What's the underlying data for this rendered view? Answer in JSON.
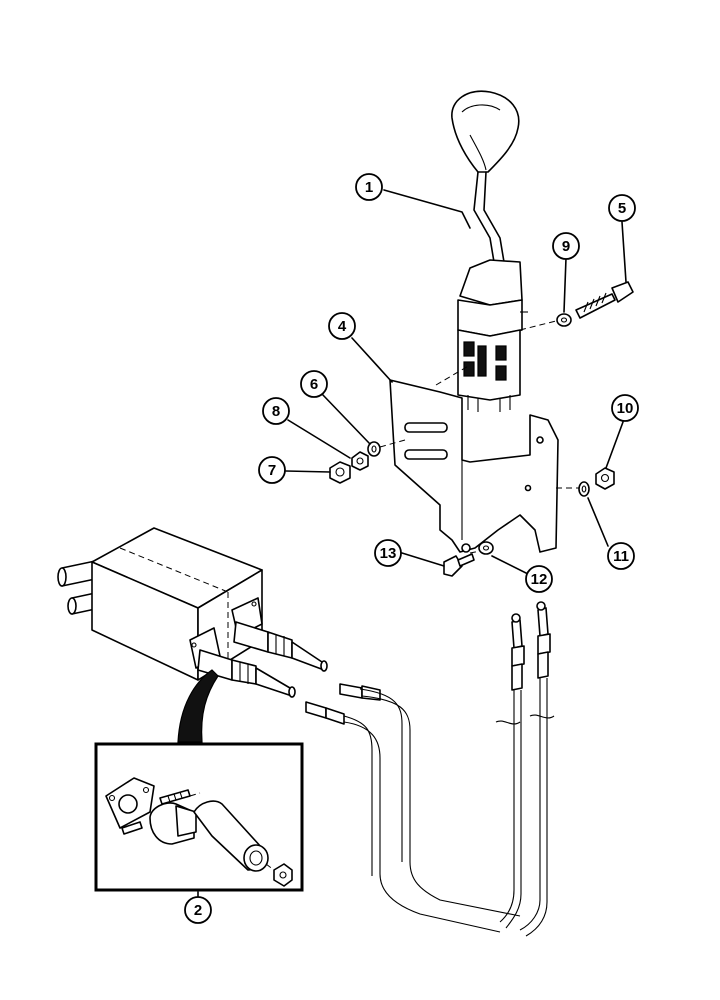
{
  "callouts": [
    {
      "id": "c1",
      "label": "1"
    },
    {
      "id": "c2",
      "label": "2"
    },
    {
      "id": "c4",
      "label": "4"
    },
    {
      "id": "c5",
      "label": "5"
    },
    {
      "id": "c6",
      "label": "6"
    },
    {
      "id": "c7",
      "label": "7"
    },
    {
      "id": "c8",
      "label": "8"
    },
    {
      "id": "c9",
      "label": "9"
    },
    {
      "id": "c10",
      "label": "10"
    },
    {
      "id": "c11",
      "label": "11"
    },
    {
      "id": "c12",
      "label": "12"
    },
    {
      "id": "c13",
      "label": "13"
    }
  ]
}
